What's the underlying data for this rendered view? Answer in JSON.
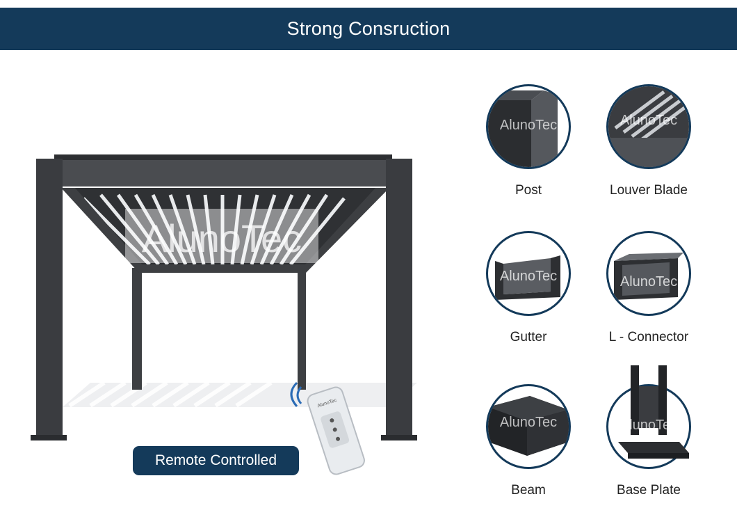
{
  "header": {
    "title": "Strong Consruction"
  },
  "hero": {
    "watermark": "AlunoTec",
    "badge_label": "Remote Controlled",
    "remote_brand": "AlunoTec"
  },
  "parts": [
    {
      "label": "Post",
      "icon": "post-icon",
      "watermark": "AlunoTec"
    },
    {
      "label": "Louver Blade",
      "icon": "louver-blade-icon",
      "watermark": "AlunoTec"
    },
    {
      "label": "Gutter",
      "icon": "gutter-icon",
      "watermark": "AlunoTec"
    },
    {
      "label": "L - Connector",
      "icon": "l-connector-icon",
      "watermark": "AlunoTec"
    },
    {
      "label": "Beam",
      "icon": "beam-icon",
      "watermark": "AlunoTec"
    },
    {
      "label": "Base Plate",
      "icon": "base-plate-icon",
      "watermark": "AlunoTec"
    }
  ],
  "colors": {
    "brand": "#143a5a",
    "metal": "#3d3f42",
    "white": "#ffffff"
  }
}
